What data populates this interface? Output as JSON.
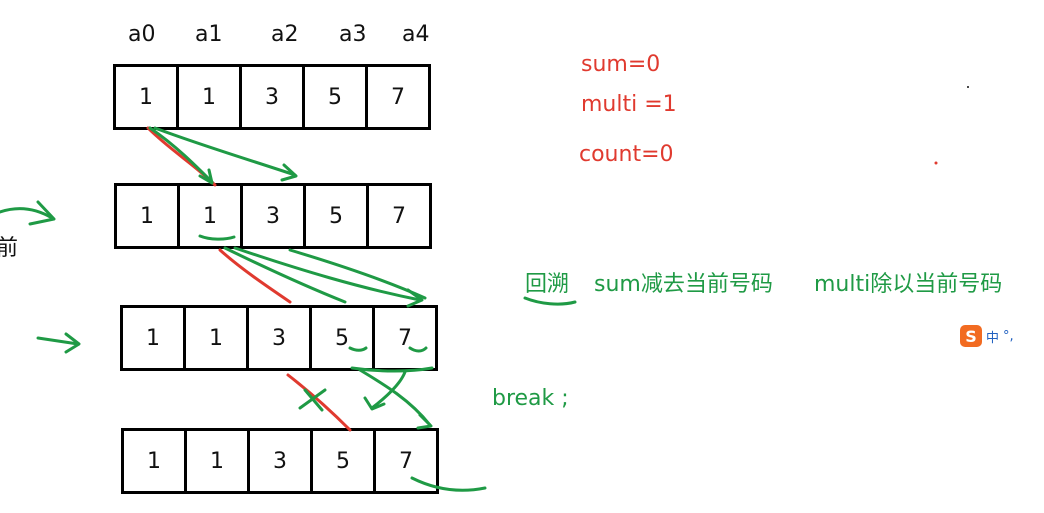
{
  "headers": [
    "a0",
    "a1",
    "a2",
    "a3",
    "a4"
  ],
  "rows": [
    [
      "1",
      "1",
      "3",
      "5",
      "7"
    ],
    [
      "1",
      "1",
      "3",
      "5",
      "7"
    ],
    [
      "1",
      "1",
      "3",
      "5",
      "7"
    ],
    [
      "1",
      "1",
      "3",
      "5",
      "7"
    ]
  ],
  "notes": {
    "sum": "sum=0",
    "multi": "multi =1",
    "count": "count=0",
    "backtrack": "回溯",
    "backtrack_desc": "sum减去当前号码",
    "backtrack_desc2": "multi除以当前号码",
    "break": "break ;",
    "left_cut": "前"
  },
  "ime": {
    "logo": "S",
    "lang": "中",
    "punct": "°,"
  },
  "colors": {
    "red": "#e03a2f",
    "green": "#1f9a45",
    "ink": "#000000"
  }
}
